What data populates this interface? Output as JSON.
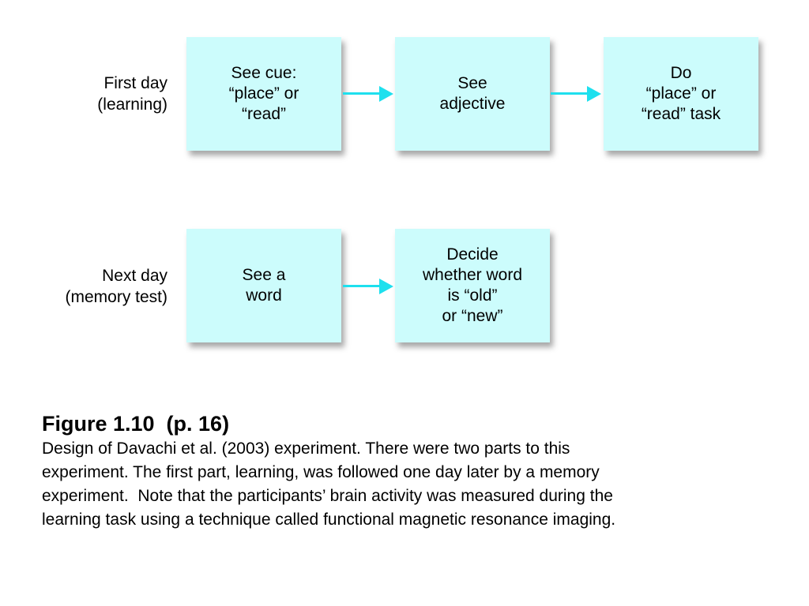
{
  "rows": [
    {
      "label": [
        "First day",
        "(learning)"
      ],
      "steps": [
        [
          "See cue:",
          "“place” or",
          "“read”"
        ],
        [
          "See",
          "adjective"
        ],
        [
          "Do",
          "“place” or",
          "“read” task"
        ]
      ]
    },
    {
      "label": [
        "Next day",
        "(memory test)"
      ],
      "steps": [
        [
          "See a",
          "word"
        ],
        [
          "Decide",
          "whether word",
          "is “old”",
          "or “new”"
        ]
      ]
    }
  ],
  "caption": {
    "title": "Figure 1.10  (p. 16)",
    "lines": [
      "Design of Davachi et al. (2003) experiment. There were two parts to this",
      "experiment. The first part, learning, was followed one day later by a memory",
      "experiment.  Note that the participants’ brain activity was measured during the",
      "learning task using a technique called functional magnetic resonance imaging."
    ]
  },
  "colors": {
    "box_fill": "#ccfcfc",
    "arrow": "#1ee0ee"
  }
}
